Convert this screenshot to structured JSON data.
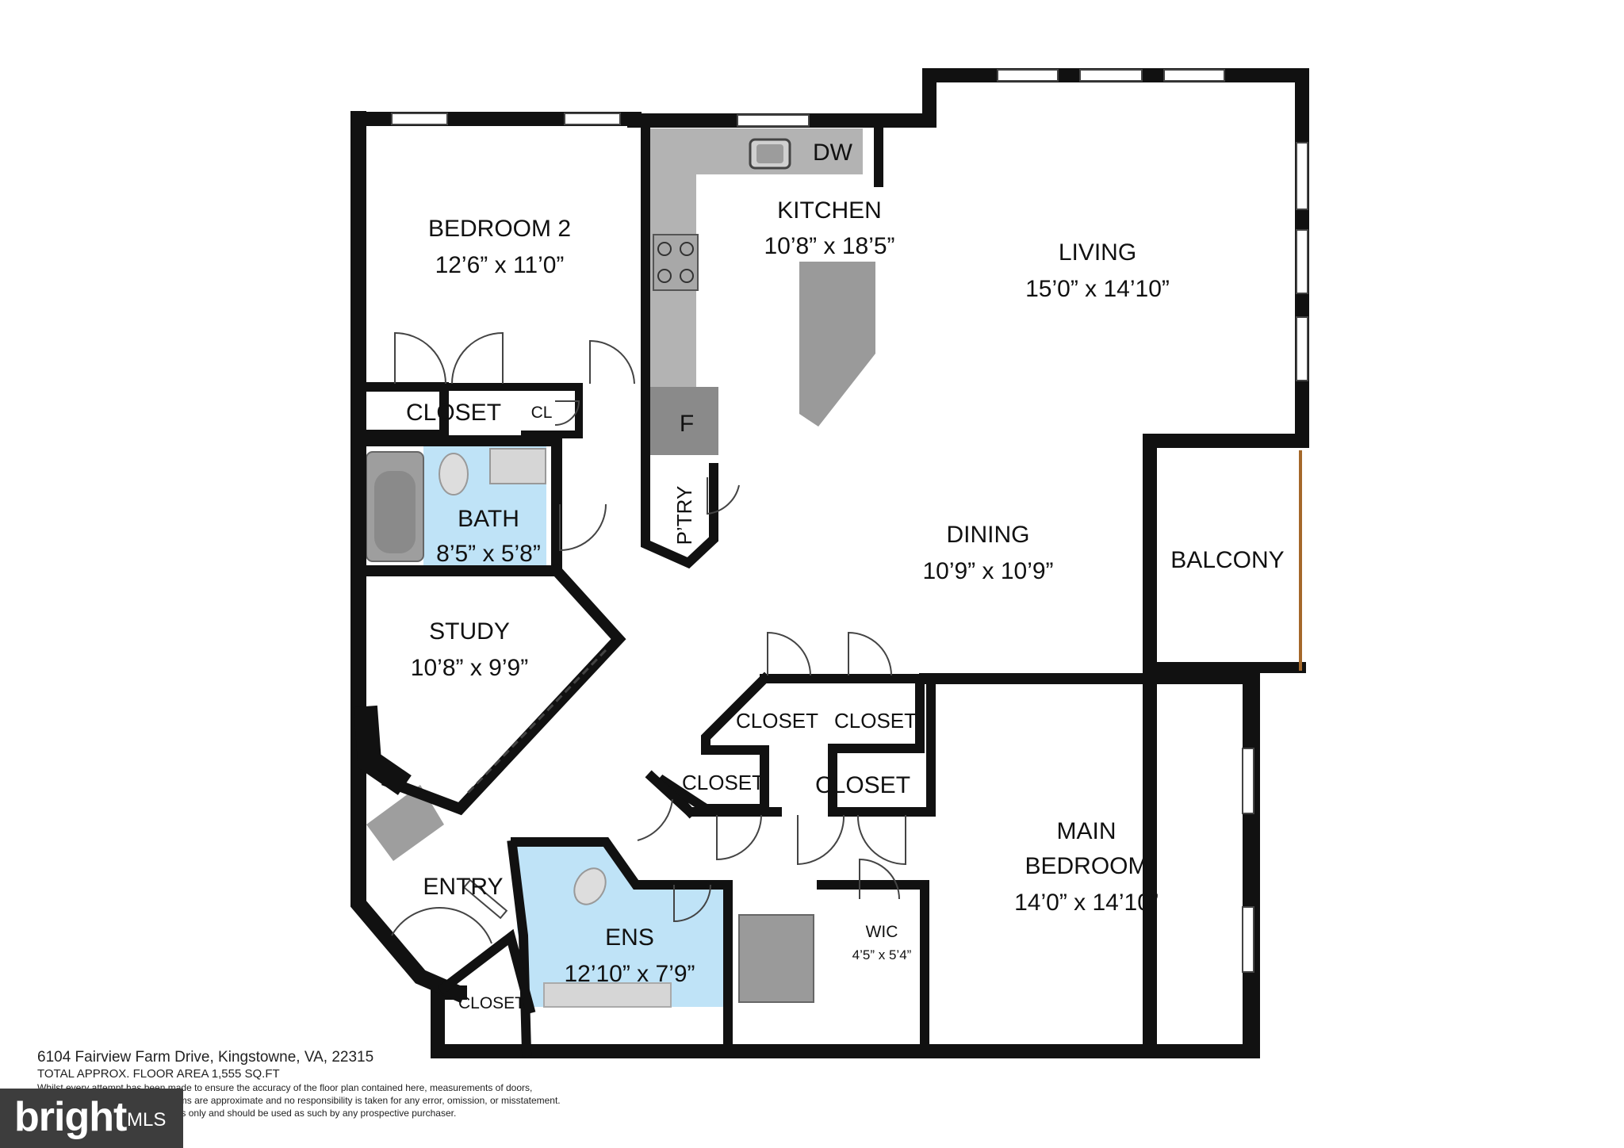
{
  "rooms": {
    "kitchen": {
      "name": "KITCHEN",
      "dims": "10’8” x 18’5”"
    },
    "bedroom2": {
      "name": "BEDROOM 2",
      "dims": "12’6” x 11’0”"
    },
    "living": {
      "name": "LIVING",
      "dims": "15’0” x 14’10”"
    },
    "dining": {
      "name": "DINING",
      "dims": "10’9” x 10’9”"
    },
    "bath": {
      "name": "BATH",
      "dims": "8’5” x 5’8”"
    },
    "study": {
      "name": "STUDY",
      "dims": "10’8” x 9’9”"
    },
    "balcony": {
      "name": "BALCONY"
    },
    "entry": {
      "name": "ENTRY"
    },
    "ens": {
      "name": "ENS",
      "dims": "12’10” x 7’9”"
    },
    "main_bedroom": {
      "name_line1": "MAIN",
      "name_line2": "BEDROOM",
      "dims": "14’0” x 14’10”"
    },
    "wic": {
      "name": "WIC",
      "dims": "4’5” x 5’4”"
    }
  },
  "closets": {
    "bed2": "CLOSET",
    "cl": "CL",
    "hall1": "CLOSET",
    "hall2": "CLOSET",
    "hall3": "CLOSET",
    "hall4": "CLOSET",
    "entry": "CLOSET"
  },
  "fixtures": {
    "dishwasher": "DW",
    "fridge": "F",
    "pantry": "P’TRY"
  },
  "footer": {
    "address": "6104 Fairview Farm Drive, Kingstowne, VA, 22315",
    "area": "TOTAL APPROX. FLOOR AREA 1,555 SQ.FT",
    "disclaimer_1": "Whilst every attempt has been made to ensure the accuracy of the floor plan contained here, measurements of doors,",
    "disclaimer_2": "windows, rooms and any other items are approximate and no responsibility is taken for any error, omission, or misstatement.",
    "disclaimer_3": "This plan is for illustrative purposes only and should be used as such by any prospective purchaser."
  },
  "logo": {
    "brand": "bright",
    "suffix": "MLS"
  },
  "colors": {
    "wall": "#111111",
    "wet_area": "#bfe3f7",
    "counter": "#b3b3b3",
    "island": "#9a9a9a",
    "balcony_rail": "#a5682a"
  }
}
